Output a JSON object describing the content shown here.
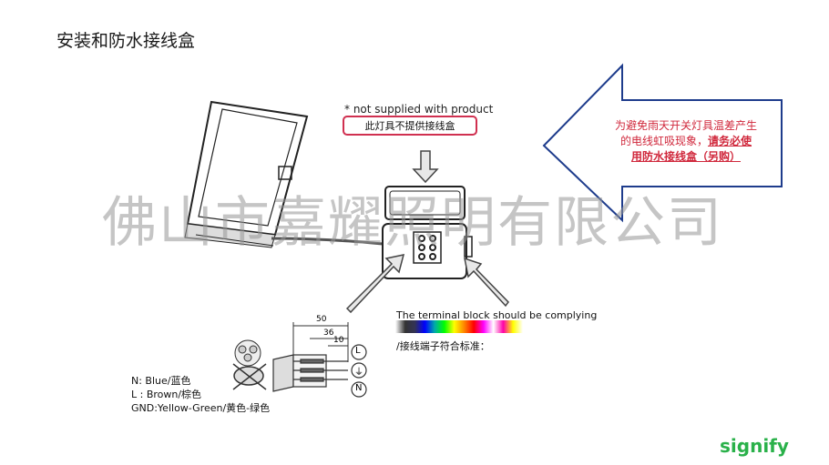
{
  "title": "安装和防水接线盒",
  "watermark": "佛山市嘉耀照明有限公司",
  "not_supplied": "* not supplied with product",
  "not_supplied_cn": "此灯具不提供接线盒",
  "callout": {
    "line1": "为避免雨天开关灯具温差产生",
    "line2_prefix": "的电线虹吸现象，",
    "line2_bold": "请务必使",
    "line3_bold": "用防水接线盒（另购）"
  },
  "terminal_en": "The terminal block should be complying",
  "terminal_cn": "/接线端子符合标准：",
  "dims": {
    "d50": "50",
    "d36": "36",
    "d10": "10"
  },
  "terminals": {
    "L": "L",
    "E": "⏚",
    "N": "N"
  },
  "wires": {
    "n": "N: Blue/蓝色",
    "l": "L : Brown/棕色",
    "gnd": "GND:Yellow-Green/黄色-绿色"
  },
  "logo": "signify",
  "colors": {
    "red": "#d0283c",
    "arrow_blue": "#1e3c8c",
    "logo_green": "#2ab14a"
  }
}
